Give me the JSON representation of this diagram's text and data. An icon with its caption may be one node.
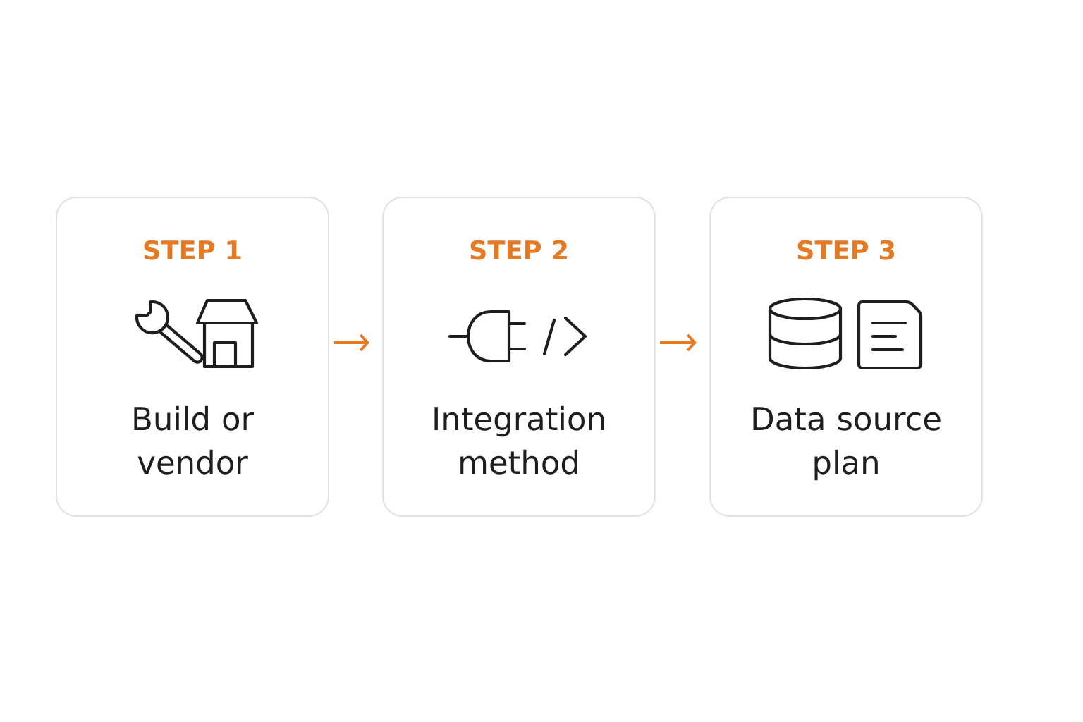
{
  "diagram": {
    "nodes": [
      {
        "text": [
          "STEP 1",
          "Build or vendor"
        ]
      },
      {
        "text": [
          "STEP 2",
          "Integration method"
        ]
      },
      {
        "text": [
          "STEP 3",
          "Data source plan"
        ]
      }
    ],
    "edges": [
      {
        "from": 0,
        "to": 1,
        "arrow": "to"
      },
      {
        "from": 1,
        "to": 2,
        "arrow": "to"
      }
    ]
  }
}
